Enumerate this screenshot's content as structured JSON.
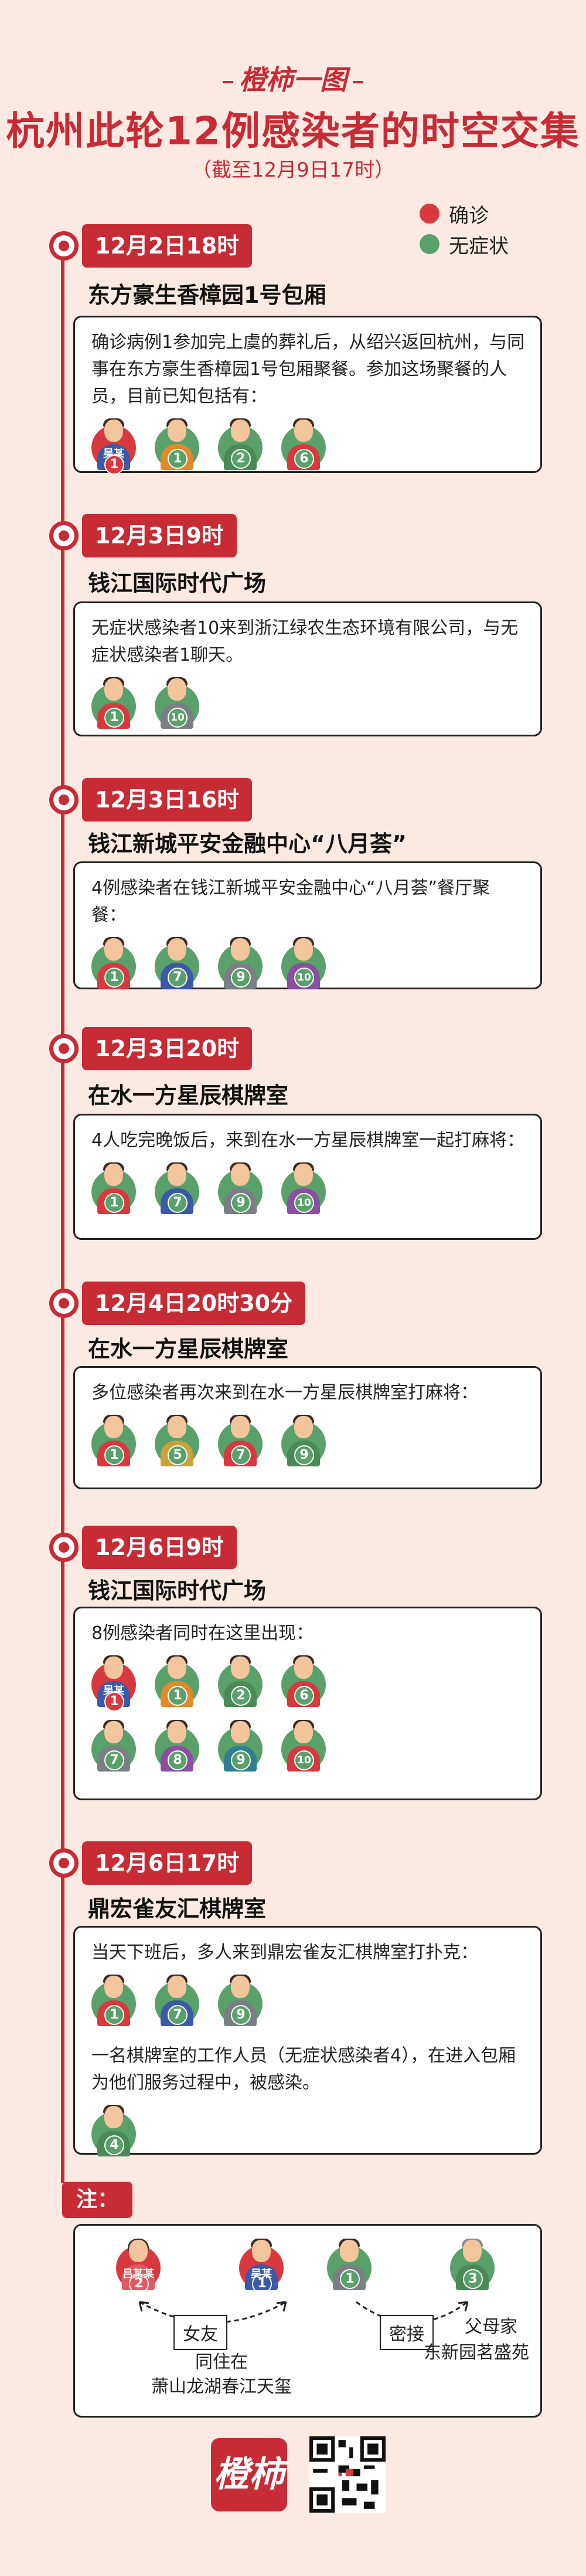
{
  "header": {
    "brand": "橙柿一图",
    "title": "杭州此轮12例感染者的时空交集",
    "subtitle": "（截至12月9日17时）"
  },
  "legend": [
    {
      "label": "确诊",
      "color": "#d8393f"
    },
    {
      "label": "无症状",
      "color": "#5aa06a"
    }
  ],
  "colors": {
    "accent": "#c72b36",
    "confirmed": "#d8393f",
    "asymptomatic": "#5aa06a"
  },
  "events": [
    {
      "date": "12月2日18时",
      "place": "东方豪生香樟园1号包厢",
      "text": "确诊病例1参加完上虞的葬礼后，从绍兴返回杭州，与同事在东方豪生香樟园1号包厢聚餐。参加这场聚餐的人员，目前已知包括有：",
      "people": [
        {
          "num": "1",
          "tag": "吴某",
          "type": "confirmed"
        },
        {
          "num": "1",
          "tag": "",
          "type": "asymptomatic"
        },
        {
          "num": "2",
          "tag": "",
          "type": "asymptomatic"
        },
        {
          "num": "6",
          "tag": "",
          "type": "asymptomatic"
        }
      ]
    },
    {
      "date": "12月3日9时",
      "place": "钱江国际时代广场",
      "text": "无症状感染者10来到浙江绿农生态环境有限公司，与无症状感染者1聊天。",
      "people": [
        {
          "num": "1",
          "tag": "",
          "type": "asymptomatic"
        },
        {
          "num": "10",
          "tag": "",
          "type": "asymptomatic"
        }
      ]
    },
    {
      "date": "12月3日16时",
      "place": "钱江新城平安金融中心“八月荟”",
      "text": "4例感染者在钱江新城平安金融中心“八月荟”餐厅聚餐：",
      "people": [
        {
          "num": "1",
          "tag": "",
          "type": "asymptomatic"
        },
        {
          "num": "7",
          "tag": "",
          "type": "asymptomatic"
        },
        {
          "num": "9",
          "tag": "",
          "type": "asymptomatic"
        },
        {
          "num": "10",
          "tag": "",
          "type": "asymptomatic"
        }
      ]
    },
    {
      "date": "12月3日20时",
      "place": "在水一方星辰棋牌室",
      "text": "4人吃完晚饭后，来到在水一方星辰棋牌室一起打麻将：",
      "people": [
        {
          "num": "1",
          "tag": "",
          "type": "asymptomatic"
        },
        {
          "num": "7",
          "tag": "",
          "type": "asymptomatic"
        },
        {
          "num": "9",
          "tag": "",
          "type": "asymptomatic"
        },
        {
          "num": "10",
          "tag": "",
          "type": "asymptomatic"
        }
      ]
    },
    {
      "date": "12月4日20时30分",
      "place": "在水一方星辰棋牌室",
      "text": "多位感染者再次来到在水一方星辰棋牌室打麻将：",
      "people": [
        {
          "num": "1",
          "tag": "",
          "type": "asymptomatic"
        },
        {
          "num": "5",
          "tag": "",
          "type": "asymptomatic"
        },
        {
          "num": "7",
          "tag": "",
          "type": "asymptomatic"
        },
        {
          "num": "9",
          "tag": "",
          "type": "asymptomatic"
        }
      ]
    },
    {
      "date": "12月6日9时",
      "place": "钱江国际时代广场",
      "text": "8例感染者同时在这里出现：",
      "people": [
        {
          "num": "1",
          "tag": "吴某",
          "type": "confirmed"
        },
        {
          "num": "1",
          "tag": "",
          "type": "asymptomatic"
        },
        {
          "num": "2",
          "tag": "",
          "type": "asymptomatic"
        },
        {
          "num": "6",
          "tag": "",
          "type": "asymptomatic"
        },
        {
          "num": "7",
          "tag": "",
          "type": "asymptomatic"
        },
        {
          "num": "8",
          "tag": "",
          "type": "asymptomatic"
        },
        {
          "num": "9",
          "tag": "",
          "type": "asymptomatic"
        },
        {
          "num": "10",
          "tag": "",
          "type": "asymptomatic"
        }
      ]
    },
    {
      "date": "12月6日17时",
      "place": "鼎宏雀友汇棋牌室",
      "text": "当天下班后，多人来到鼎宏雀友汇棋牌室打扑克：",
      "people": [
        {
          "num": "1",
          "tag": "",
          "type": "asymptomatic"
        },
        {
          "num": "7",
          "tag": "",
          "type": "asymptomatic"
        },
        {
          "num": "9",
          "tag": "",
          "type": "asymptomatic"
        }
      ],
      "text2": "一名棋牌室的工作人员（无症状感染者4），在进入包厢为他们服务过程中，被感染。",
      "people2": [
        {
          "num": "4",
          "tag": "",
          "type": "asymptomatic"
        }
      ]
    }
  ],
  "note": {
    "label": "注：",
    "girlfriend": "女友",
    "girlfriend_tag": "吕某某",
    "wu_tag": "吴某",
    "girlfriend_num": "2",
    "wu_num": "1",
    "contact_num": "1",
    "parents_num": "3",
    "close_contact": "密接",
    "parents": "父母家",
    "parents_place": "东新园茗盛苑",
    "cohabit": "同住在",
    "cohabit_place": "萧山龙湖春江天玺"
  },
  "footer": {
    "logo": "橙柿"
  }
}
